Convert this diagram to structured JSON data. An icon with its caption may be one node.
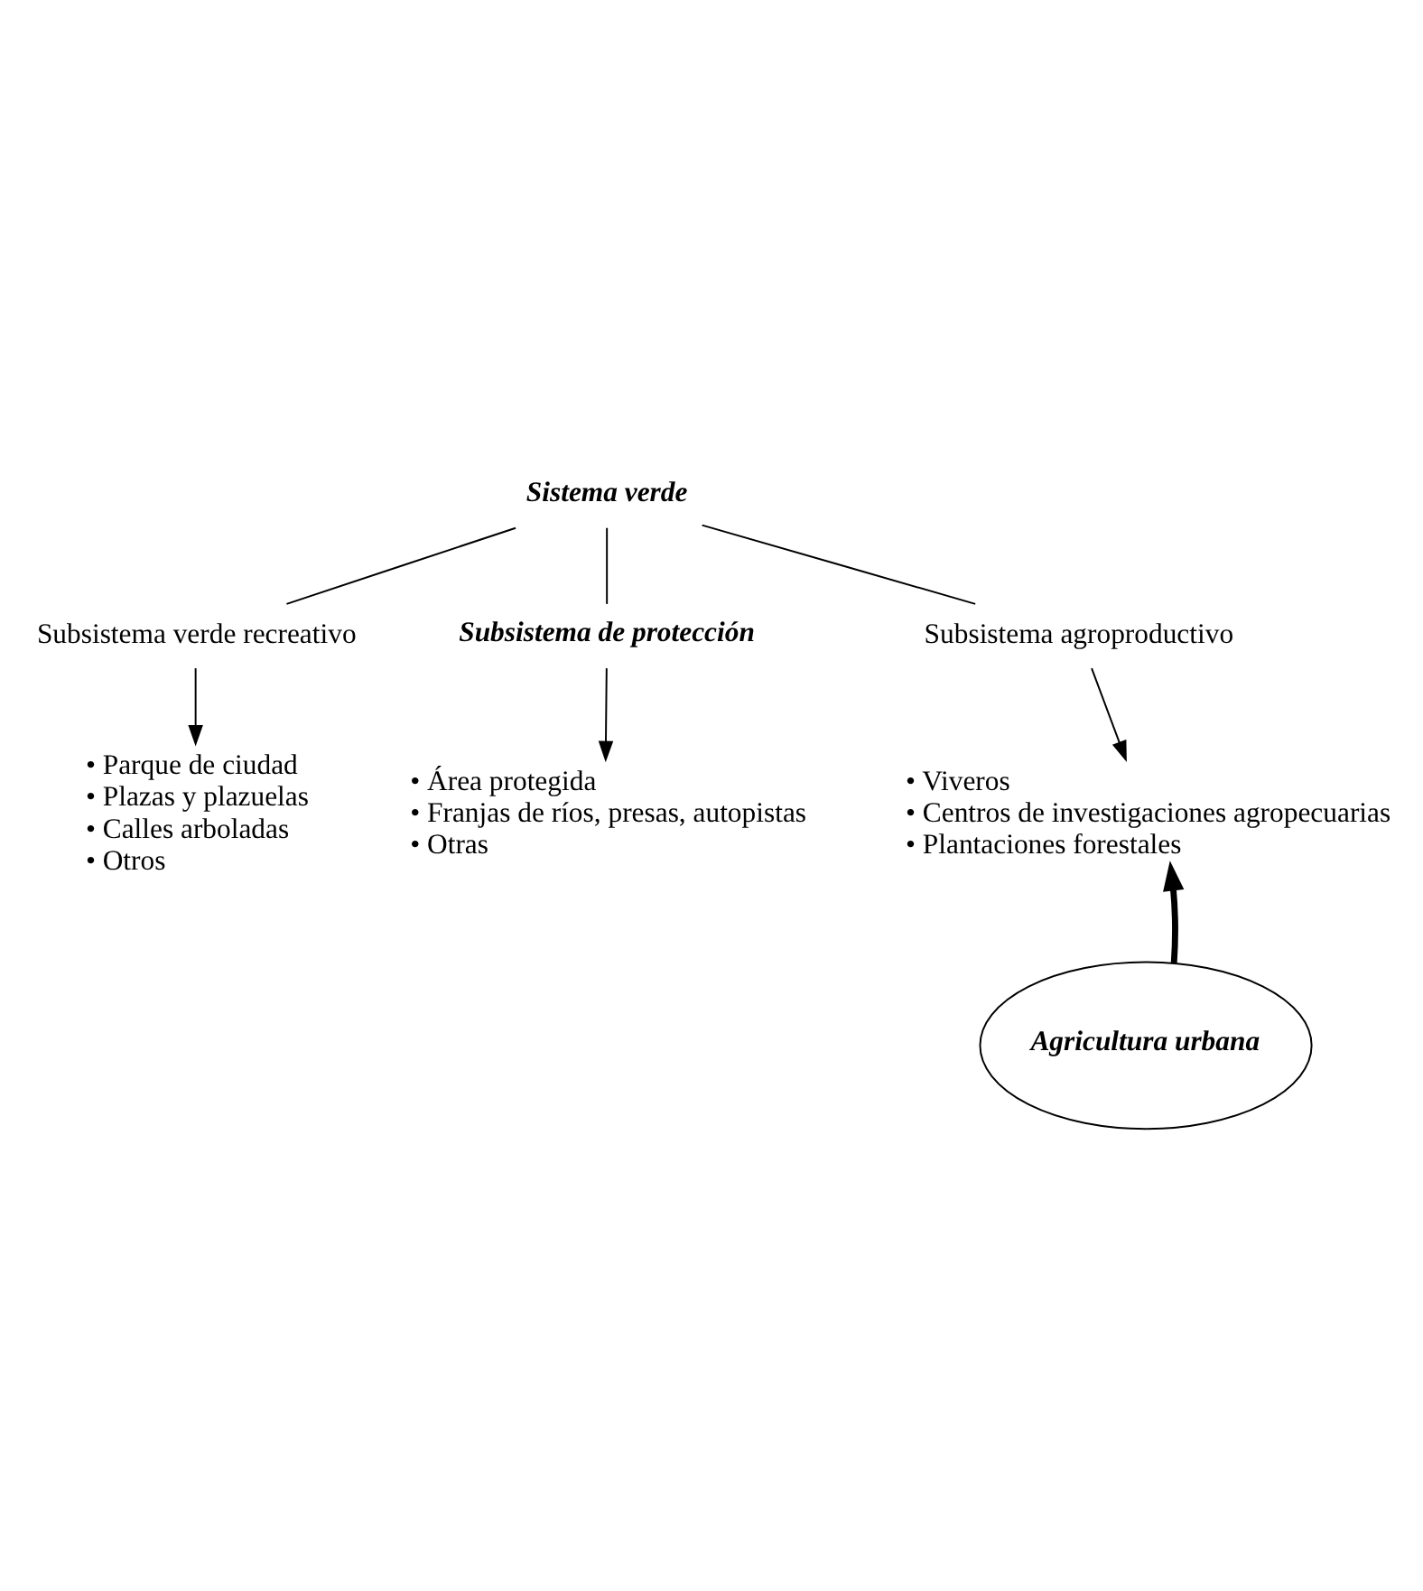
{
  "diagram": {
    "nodes": [
      {
        "text": [
          "Sistema verde"
        ]
      },
      {
        "text": [
          "Subsistema verde recreativo"
        ]
      },
      {
        "text": [
          "Subsistema de protección"
        ]
      },
      {
        "text": [
          "Subsistema agroproductivo"
        ]
      },
      {
        "text": [
          "• Parque de ciudad",
          "• Plazas y plazuelas",
          "• Calles arboladas",
          "• Otros"
        ]
      },
      {
        "text": [
          "• Área protegida",
          "• Franjas de ríos, presas, autopistas",
          "• Otras"
        ]
      },
      {
        "text": [
          "• Viveros",
          "• Centros de investigaciones agropecuarias",
          "• Plantaciones forestales"
        ]
      },
      {
        "text": [
          "Agricultura urbana"
        ]
      }
    ],
    "edges": [
      {
        "from": 0,
        "to": 1,
        "arrow": "none"
      },
      {
        "from": 0,
        "to": 2,
        "arrow": "none"
      },
      {
        "from": 0,
        "to": 3,
        "arrow": "none"
      },
      {
        "from": 1,
        "to": 4,
        "arrow": "to"
      },
      {
        "from": 2,
        "to": 5,
        "arrow": "to"
      },
      {
        "from": 3,
        "to": 6,
        "arrow": "to"
      },
      {
        "from": 7,
        "to": 6,
        "arrow": "to",
        "style": "thick"
      }
    ]
  }
}
